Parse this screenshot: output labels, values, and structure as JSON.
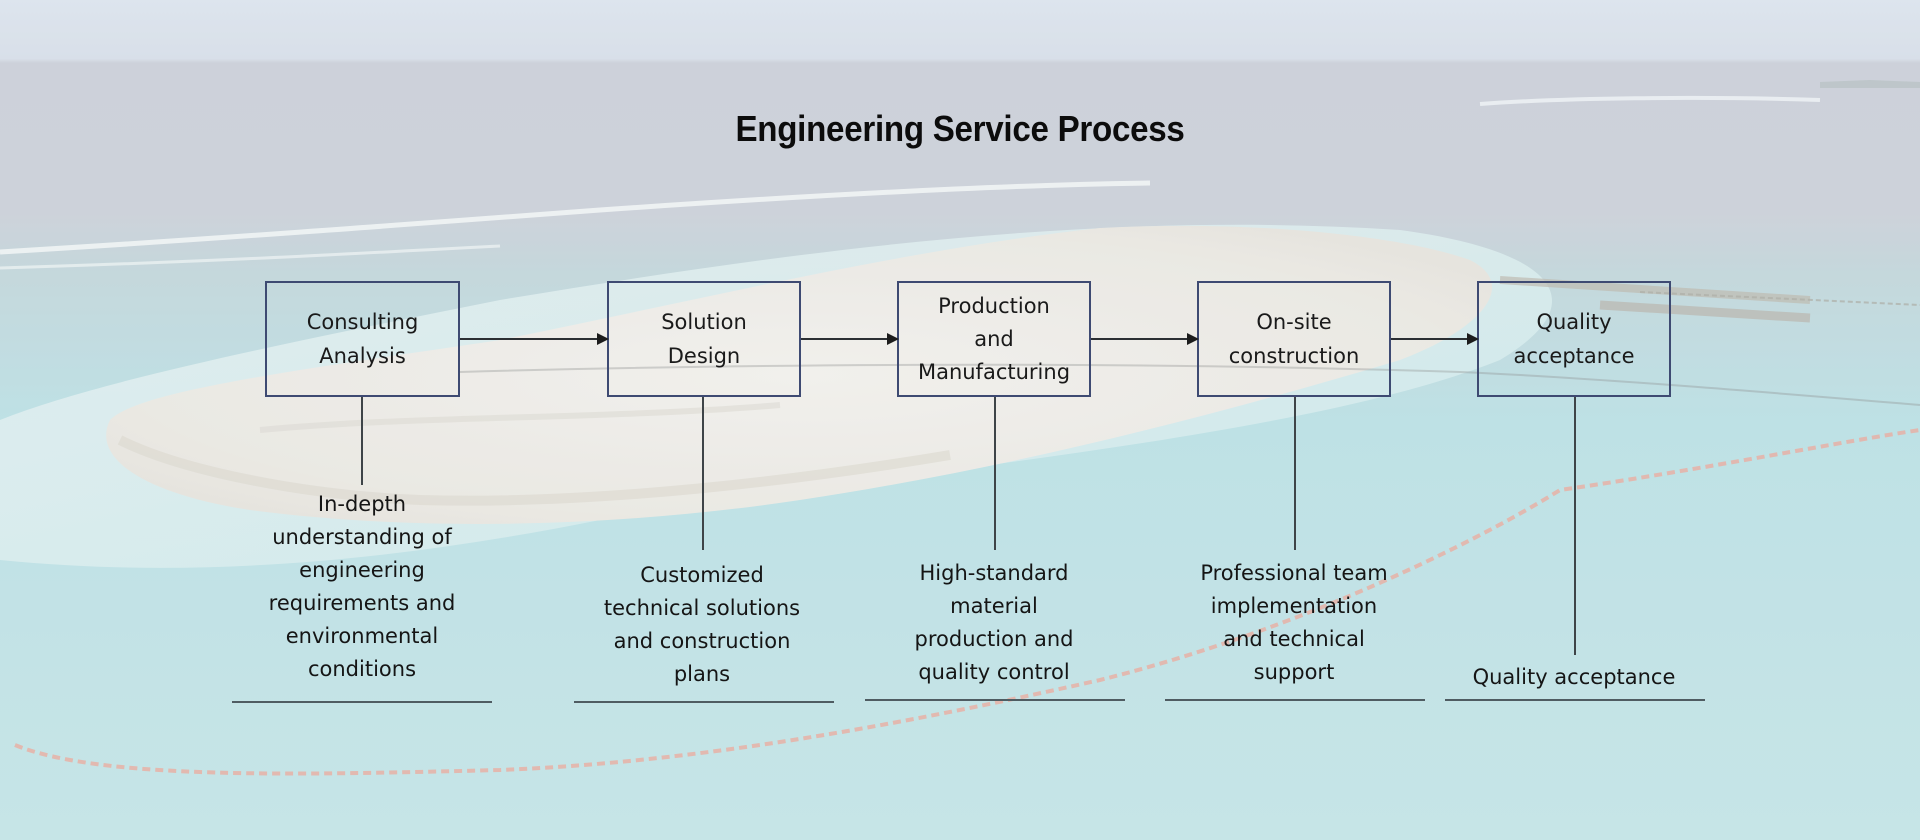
{
  "title": "Engineering Service Process",
  "colors": {
    "box_border": "#3e4a72",
    "text": "#111111",
    "sky": "#d6dfe9",
    "sea_far": "#c7ccd6",
    "sea_near": "#b7dfe3",
    "sand": "#ecebe6",
    "boom": "#e6a496"
  },
  "steps": [
    {
      "label": [
        "Consulting",
        "Analysis"
      ],
      "description": [
        "In-depth",
        "understanding of",
        "engineering",
        "requirements and",
        "environmental",
        "conditions"
      ]
    },
    {
      "label": [
        "Solution",
        "Design"
      ],
      "description": [
        "Customized",
        "technical solutions",
        "and construction",
        "plans"
      ]
    },
    {
      "label": [
        "Production",
        "and",
        "Manufacturing"
      ],
      "description": [
        "High-standard",
        "material",
        "production and",
        "quality control"
      ]
    },
    {
      "label": [
        "On-site",
        "construction"
      ],
      "description": [
        "Professional team",
        "implementation",
        "and technical",
        "support"
      ]
    },
    {
      "label": [
        "Quality",
        "acceptance"
      ],
      "description": [
        "Quality acceptance"
      ]
    }
  ],
  "background": {
    "icon": "aerial-island-reclamation-photo"
  }
}
